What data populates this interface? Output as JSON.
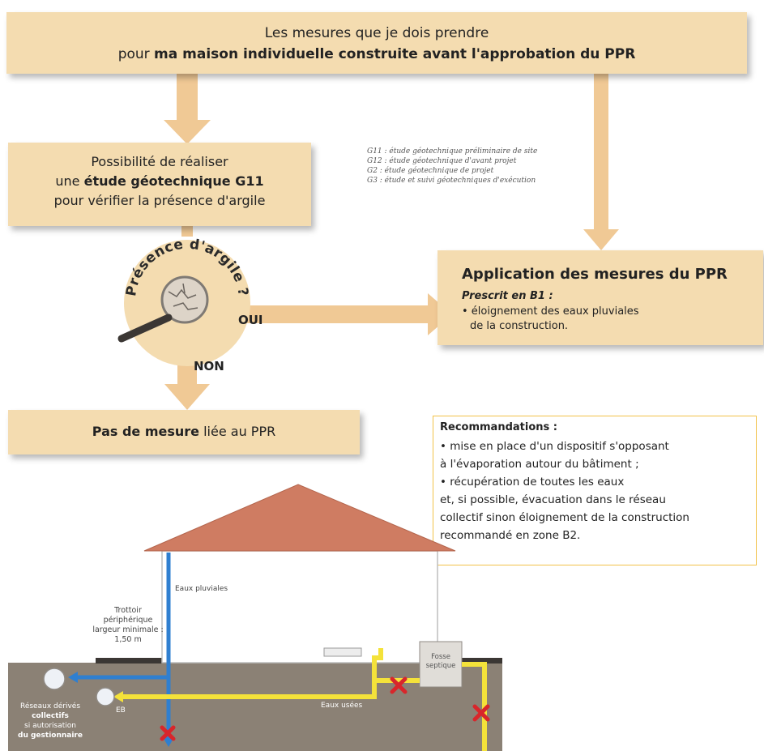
{
  "header": {
    "line1": "Les mesures que je dois prendre",
    "line2_prefix": "pour ",
    "line2_bold": "ma maison individuelle construite avant l'approbation du PPR"
  },
  "study": {
    "line1": "Possibilité de réaliser",
    "line2_prefix": "une ",
    "line2_bold": "étude géotechnique G11",
    "line3": "pour vérifier la présence d'argile"
  },
  "legend": [
    "G11 : étude géotechnique préliminaire de site",
    "G12 : étude géotechnique d'avant projet",
    "G2 : étude géotechnique de projet",
    "G3 : étude et suivi géotechniques d'exécution"
  ],
  "question": {
    "text": "Présence d'argile ?"
  },
  "answers": {
    "yes": "OUI",
    "no": "NON"
  },
  "application": {
    "title": "Application des mesures du PPR",
    "prescribed": "Prescrit en B1 :",
    "item_line1": "• éloignement des eaux pluviales",
    "item_line2": "de la construction."
  },
  "no_measure": {
    "bold": "Pas de mesure",
    "rest": " liée au PPR"
  },
  "recommendations": {
    "title": "Recommandations :",
    "lines": [
      "• mise en place d'un dispositif s'opposant",
      "à l'évaporation autour du bâtiment ;",
      "• récupération de toutes les eaux",
      "et, si possible, évacuation dans le réseau",
      "collectif sinon éloignement de la construction",
      "recommandé en zone B2."
    ]
  },
  "house_labels": {
    "rain": "Eaux pluviales",
    "sidewalk": [
      "Trottoir",
      "périphérique",
      "largeur minimale :",
      "1,50 m"
    ],
    "network": [
      "Réseaux dérivés",
      "collectifs",
      "si autorisation",
      "du gestionnaire"
    ],
    "eb": "EB",
    "wastewater": "Eaux usées",
    "septic": [
      "Fosse",
      "septique"
    ]
  },
  "colors": {
    "box_fill": "#f4dcb0",
    "arrow_fill": "#f0c995",
    "rain_pipe": "#2f7fd0",
    "waste_pipe": "#f4e23a",
    "cross": "#d8262b",
    "roof": "#cf7c62",
    "ground": "#8b8175",
    "border_yellow": "#f2c24a"
  }
}
